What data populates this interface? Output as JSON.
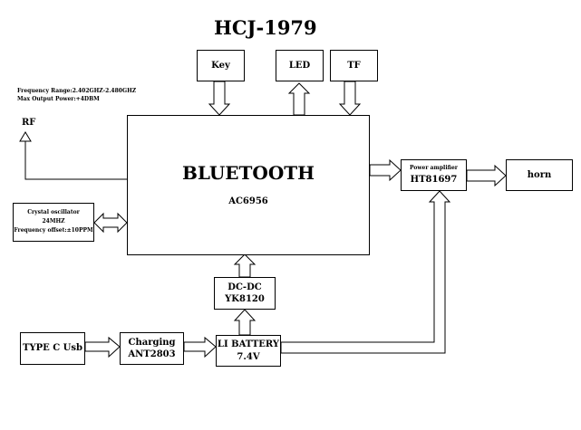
{
  "title": "HCJ-1979",
  "rf_spec": {
    "frequency_range": "Frequency Range:2.402GHZ-2.480GHZ",
    "max_output_power": "Max Output Power:+4DBM"
  },
  "blocks": {
    "key": "Key",
    "led": "LED",
    "tf": "TF",
    "rf": "RF",
    "bluetooth_title": "BLUETOOTH",
    "bluetooth_chip": "AC6956",
    "crystal_title": "Crystal oscillator",
    "crystal_freq": "24MHZ",
    "crystal_offset": "Frequency offset:±10PPM",
    "power_amp_title": "Power amplifier",
    "power_amp_chip": "HT81697",
    "horn": "horn",
    "dcdc_title": "DC-DC",
    "dcdc_chip": "YK8120",
    "typec": "TYPE C Usb",
    "charging_title": "Charging",
    "charging_chip": "ANT2803",
    "battery_title": "LI BATTERY",
    "battery_voltage": "7.4V"
  }
}
